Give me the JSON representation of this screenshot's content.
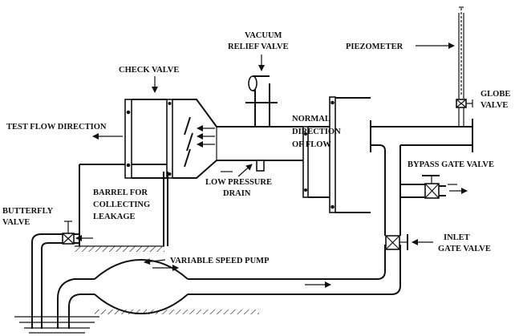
{
  "labels": {
    "vacuum_relief_1": "VACUUM",
    "vacuum_relief_2": "RELIEF VALVE",
    "check_valve": "CHECK VALVE",
    "piezometer": "PIEZOMETER",
    "globe_1": "GLOBE",
    "globe_2": "VALVE",
    "test_flow": "TEST FLOW DIRECTION",
    "normal_1": "NORMAL",
    "normal_2": "DIRECTION",
    "normal_3": "OF FLOW",
    "bypass": "BYPASS GATE VALVE",
    "low_pressure_1": "LOW PRESSURE",
    "low_pressure_2": "DRAIN",
    "barrel_1": "BARREL FOR",
    "barrel_2": "COLLECTING",
    "barrel_3": "LEAKAGE",
    "butterfly_1": "BUTTERFLY",
    "butterfly_2": "VALVE",
    "inlet_1": "INLET",
    "inlet_2": "GATE VALVE",
    "pump": "VARIABLE SPEED PUMP"
  }
}
